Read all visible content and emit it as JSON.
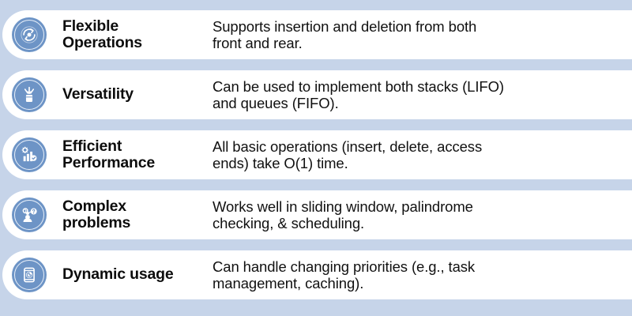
{
  "theme": {
    "page_background": "#c6d4e9",
    "row_background": "#ffffff",
    "icon_circle_fill": "#6d94c6",
    "icon_glyph_color": "#ffffff",
    "icon_ring_color": "#e8eff8",
    "title_color": "#0d0d0d",
    "description_color": "#111111"
  },
  "rows": [
    {
      "icon": "circular-arrows-insert-delete-icon",
      "title_lines": [
        "Flexible",
        "Operations"
      ],
      "description_lines": [
        "Supports insertion and deletion from both",
        "front and rear."
      ]
    },
    {
      "icon": "hand-with-arrows-versatility-icon",
      "title_lines": [
        "Versatility"
      ],
      "description_lines": [
        "Can be used to implement both stacks (LIFO)",
        "and queues (FIFO)."
      ]
    },
    {
      "icon": "bar-chart-gear-performance-icon",
      "title_lines": [
        "Efficient",
        "Performance"
      ],
      "description_lines": [
        "All basic operations (insert, delete, access",
        "ends) take O(1) time."
      ]
    },
    {
      "icon": "person-question-mark-problem-solving-icon",
      "title_lines": [
        "Complex",
        "problems"
      ],
      "description_lines": [
        "Works well in sliding window, palindrome",
        "checking, & scheduling."
      ]
    },
    {
      "icon": "device-clock-dynamic-usage-icon",
      "title_lines": [
        "Dynamic usage"
      ],
      "description_lines": [
        "Can handle changing priorities (e.g., task",
        "management, caching)."
      ]
    }
  ]
}
